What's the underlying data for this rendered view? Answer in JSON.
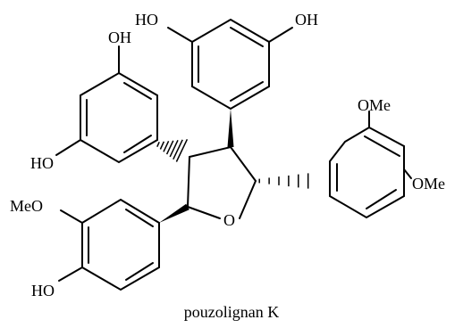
{
  "compound": {
    "name": "pouzolignan K"
  },
  "labels": {
    "oh_a": "OH",
    "ho_a": "HO",
    "oh_b": "OH",
    "ho_b": "HO",
    "ome_a": "OMe",
    "ome_b": "OMe",
    "meo": "MeO",
    "ho_c": "HO",
    "ring_o": "O"
  }
}
